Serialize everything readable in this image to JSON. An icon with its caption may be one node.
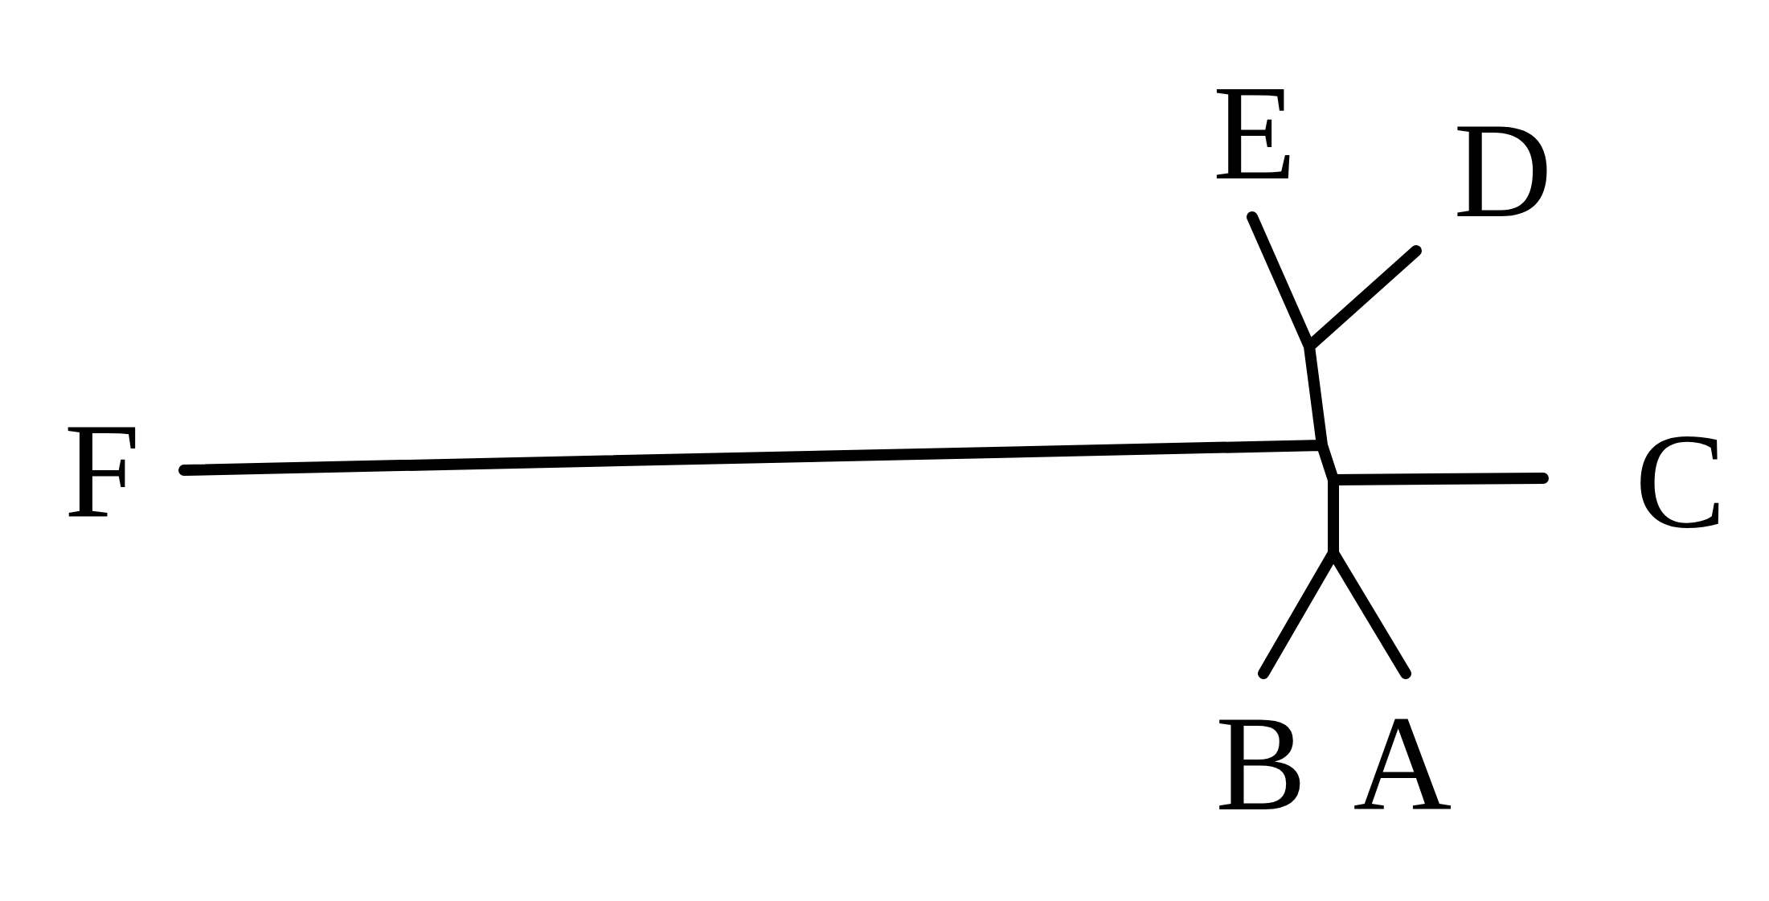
{
  "diagram": {
    "labels": [
      "E",
      "D",
      "F",
      "C",
      "B",
      "A"
    ]
  }
}
